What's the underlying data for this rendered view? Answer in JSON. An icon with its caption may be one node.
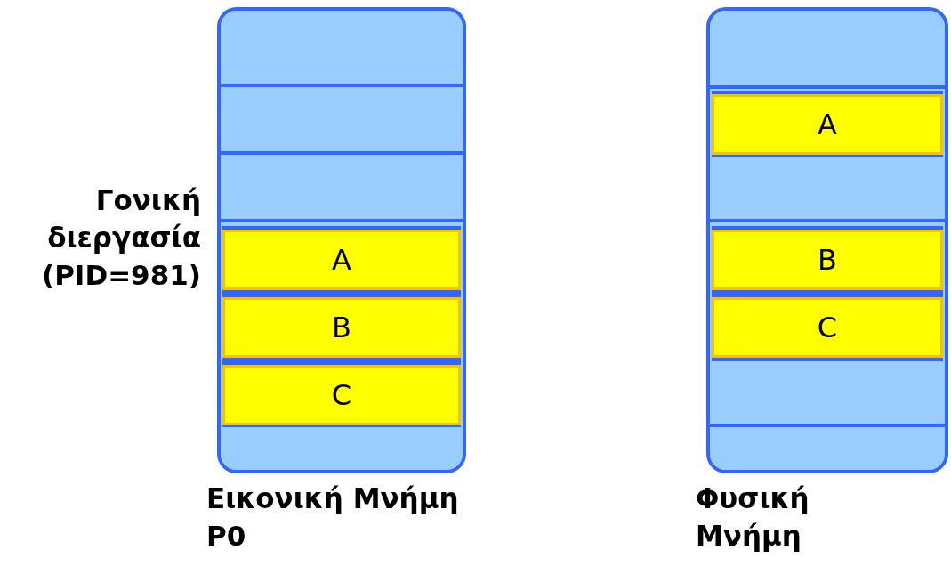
{
  "diagram": {
    "nodes": [
      {
        "text": [],
        "shape": "box",
        "beside": [
          "Γονική διεργασία (PID=981)",
          "Εικονική Μνήμη P0"
        ]
      },
      {
        "text": [],
        "shape": "box",
        "in": 0
      },
      {
        "text": [],
        "shape": "box",
        "in": 0
      },
      {
        "text": [],
        "shape": "box",
        "in": 0
      },
      {
        "text": [
          "A"
        ],
        "in": 0
      },
      {
        "text": [
          "B"
        ],
        "in": 0
      },
      {
        "text": [
          "C"
        ],
        "in": 0
      },
      {
        "text": [],
        "shape": "box",
        "in": 0
      },
      {
        "text": [],
        "shape": "box",
        "beside": [
          "Φυσική Μνήμη"
        ]
      },
      {
        "text": [],
        "shape": "box",
        "in": 8
      },
      {
        "text": [
          "A"
        ],
        "in": 8
      },
      {
        "text": [],
        "shape": "box",
        "in": 8
      },
      {
        "text": [
          "B"
        ],
        "in": 8
      },
      {
        "text": [
          "C"
        ],
        "in": 8
      },
      {
        "text": [],
        "shape": "box",
        "in": 8
      },
      {
        "text": [],
        "shape": "box",
        "in": 8
      }
    ]
  }
}
